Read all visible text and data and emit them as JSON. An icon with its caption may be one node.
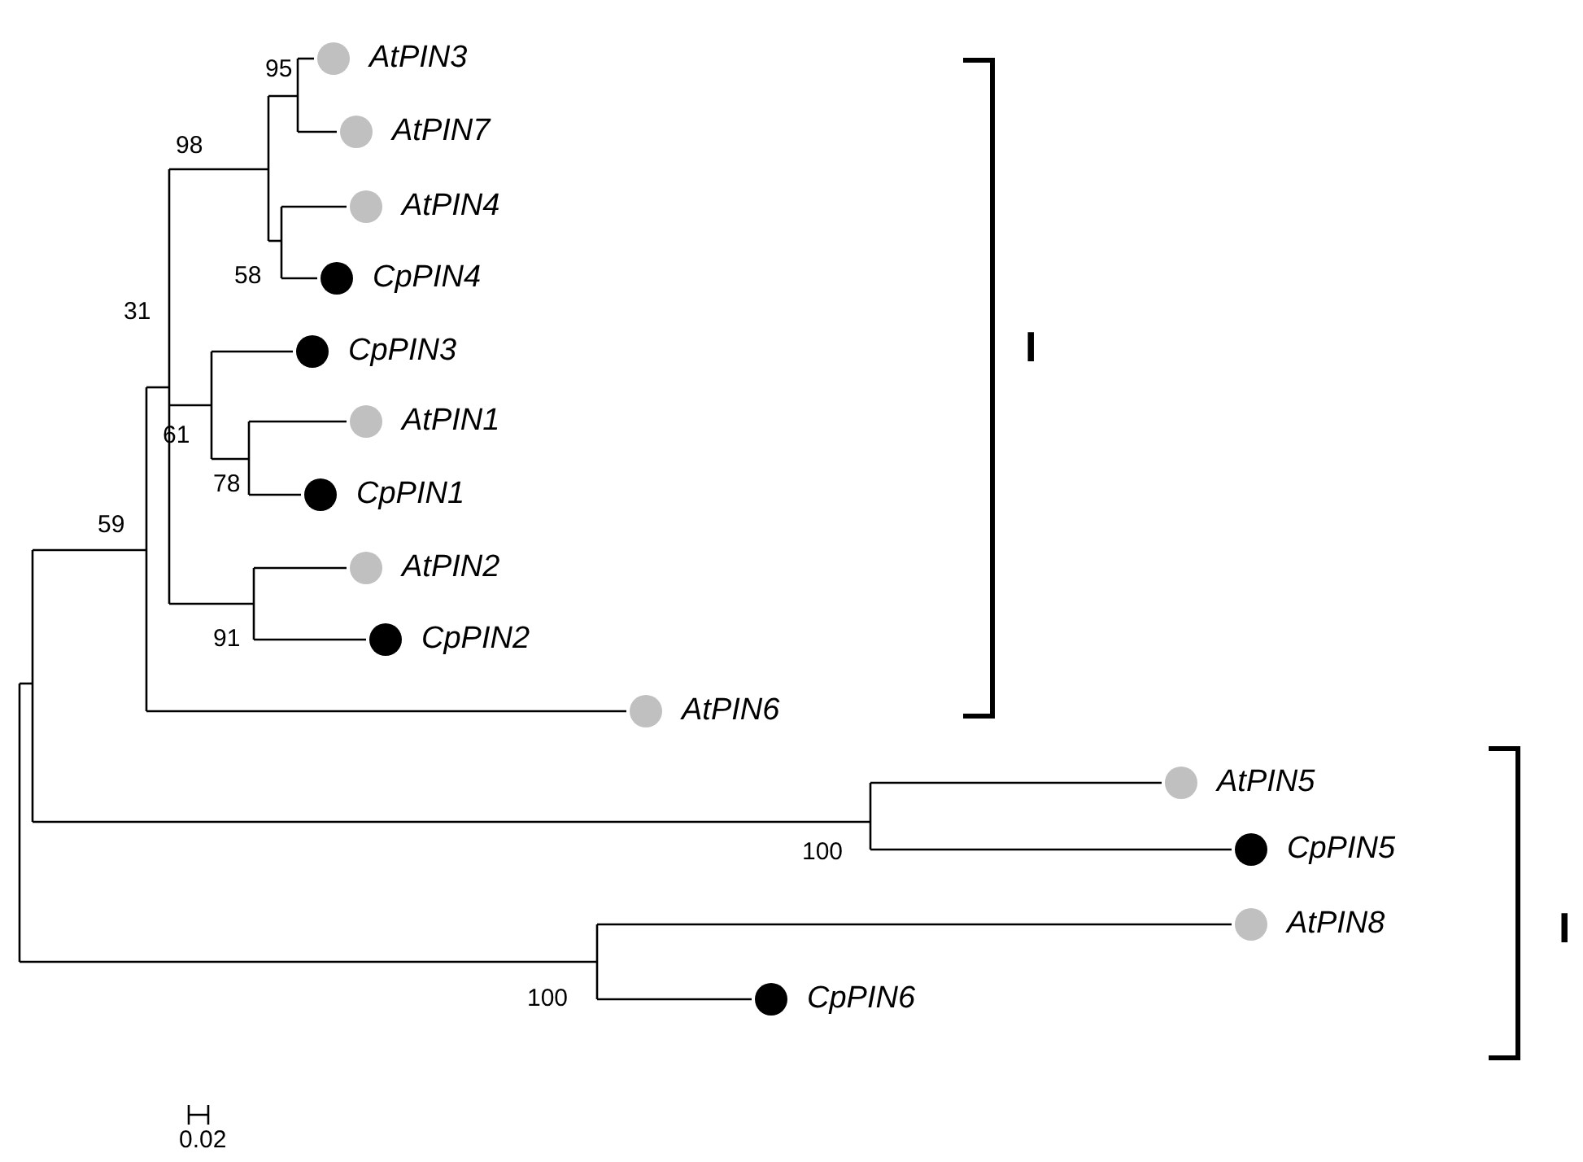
{
  "diagram": {
    "nodes": [
      {
        "text": [
          "AtPIN3"
        ]
      },
      {
        "text": [
          "AtPIN7"
        ]
      },
      {
        "text": [
          "AtPIN4"
        ]
      },
      {
        "text": [
          "CpPIN4"
        ]
      },
      {
        "text": [
          "CpPIN3"
        ]
      },
      {
        "text": [
          "AtPIN1"
        ]
      },
      {
        "text": [
          "CpPIN1"
        ]
      },
      {
        "text": [
          "AtPIN2"
        ]
      },
      {
        "text": [
          "CpPIN2"
        ]
      },
      {
        "text": [
          "AtPIN6"
        ]
      },
      {
        "text": [
          "AtPIN5"
        ]
      },
      {
        "text": [
          "CpPIN5"
        ]
      },
      {
        "text": [
          "AtPIN8"
        ]
      },
      {
        "text": [
          "CpPIN6"
        ]
      }
    ],
    "labels": [
      "95",
      "98",
      "58",
      "31",
      "I",
      "61",
      "78",
      "59",
      "91",
      "100",
      "I",
      "100",
      "0.02"
    ]
  }
}
